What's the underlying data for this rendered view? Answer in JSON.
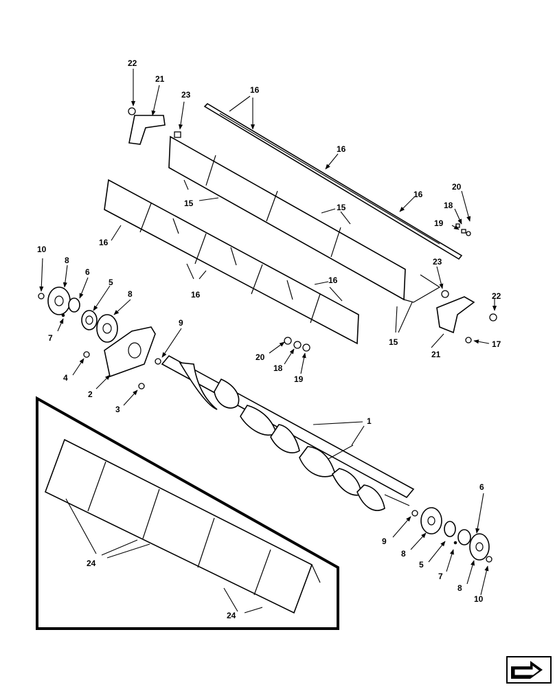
{
  "callouts": {
    "c1": "1",
    "c2": "2",
    "c3": "3",
    "c4": "4",
    "c5": "5",
    "c6": "6",
    "c7": "7",
    "c8": "8",
    "c9": "9",
    "c10": "10",
    "c15": "15",
    "c16": "16",
    "c17": "17",
    "c18": "18",
    "c19": "19",
    "c20": "20",
    "c21": "21",
    "c22": "22",
    "c23": "23",
    "c24": "24"
  },
  "nav_icon": "next-page-arrow-icon"
}
